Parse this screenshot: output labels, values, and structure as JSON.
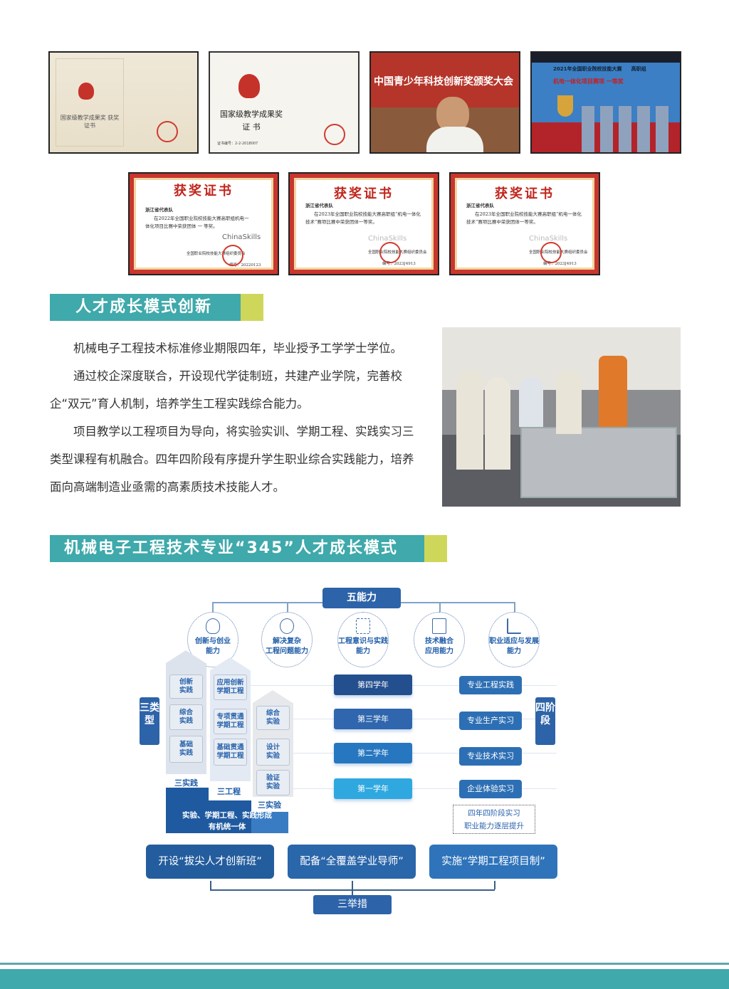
{
  "photos_row1": [
    {
      "kind": "certificate",
      "caption": "国家级教学成果奖 获奖证书"
    },
    {
      "kind": "certificate",
      "title": "国家级教学成果奖",
      "subtitle": "证 书",
      "number": "证书编号：2-2-2018007"
    },
    {
      "kind": "photo",
      "banner": "中国青少年科技创新奖颁奖大会"
    },
    {
      "kind": "photo",
      "banner_line1": "2021年全国职业院校技能大赛",
      "banner_tag": "高职组",
      "banner_line2": "机电一体化项目赛项 一等奖"
    }
  ],
  "certificates_row2": [
    {
      "title": "获奖证书",
      "recipient": "浙江省代表队",
      "body": "在2022年全国职业院校技能大赛高职组机电一体化项目比赛中荣获团体 一 等奖。",
      "logo": "ChinaSkills",
      "issuer": "全国职业院校技能大赛组织委员会",
      "number": "编号：20220123"
    },
    {
      "title": "获奖证书",
      "recipient": "浙江省代表队",
      "body": "在2023年全国职业院校技能大赛高职组“机电一体化技术”赛项比赛中荣获团体一等奖。",
      "logo": "ChinaSkills",
      "issuer": "全国职业院校技能大赛组织委员会",
      "number": "编号：2023J4913"
    },
    {
      "title": "获奖证书",
      "recipient": "浙江省代表队",
      "body": "在2023年全国职业院校技能大赛高职组“机电一体化技术”赛项比赛中荣获团体一等奖。",
      "logo": "ChinaSkills",
      "issuer": "全国职业院校技能大赛组织委员会",
      "number": "编号：2023J4913"
    }
  ],
  "section1": {
    "title": "人才成长模式创新",
    "paragraphs": [
      "机械电子工程技术标准修业期限四年，毕业授予工学学士学位。",
      "通过校企深度联合，开设现代学徒制班，共建产业学院，完善校企“双元”育人机制，培养学生工程实践综合能力。",
      "项目教学以工程项目为导向，将实验实训、学期工程、实践实习三类型课程有机融合。四年四阶段有序提升学生职业综合实践能力，培养面向高端制造业亟需的高素质技术技能人才。"
    ]
  },
  "section2": {
    "title": "机械电子工程技术专业“345”人才成长模式"
  },
  "diagram": {
    "top_label": "五能力",
    "abilities": [
      {
        "icon": "lightbulb-head-icon",
        "line1": "创新与创业",
        "line2": "能力"
      },
      {
        "icon": "gear-hand-icon",
        "line1": "解决复杂",
        "line2": "工程问题能力"
      },
      {
        "icon": "flowchart-icon",
        "line1": "工程意识与实践",
        "line2": "能力"
      },
      {
        "icon": "tablet-icon",
        "line1": "技术融合",
        "line2": "应用能力"
      },
      {
        "icon": "climbing-stairs-icon",
        "line1": "职业适应与发展",
        "line2": "能力"
      }
    ],
    "left_tab": "三类型",
    "right_tab": "四阶段",
    "practice_col": {
      "items": [
        "创新实践",
        "综合实践",
        "基础实践"
      ],
      "label": "三实践"
    },
    "project_col": {
      "items": [
        "应用创新学期工程",
        "专项贯通学期工程",
        "基础贯通学期工程"
      ],
      "label": "三工程"
    },
    "experiment_col": {
      "items": [
        "综合实验",
        "设计实验",
        "验证实验"
      ],
      "label": "三实验"
    },
    "unified_text": [
      "实验、学期工程、实践形成",
      "有机统一体"
    ],
    "years": [
      "第四学年",
      "第三学年",
      "第二学年",
      "第一学年"
    ],
    "stages": [
      "专业工程实践",
      "专业生产实习",
      "专业技术实习",
      "企业体验实习"
    ],
    "stage_note": [
      "四年四阶段实习",
      "职业能力逐层提升"
    ],
    "measures": [
      "开设“拔尖人才创新班”",
      "配备“全覆盖学业导师”",
      "实施“学期工程项目制”"
    ],
    "bottom_label": "三举措"
  },
  "colors": {
    "teal": "#3fa9ab",
    "lime": "#cfd75a",
    "blue": "#2d63a8",
    "red": "#c0261d"
  }
}
